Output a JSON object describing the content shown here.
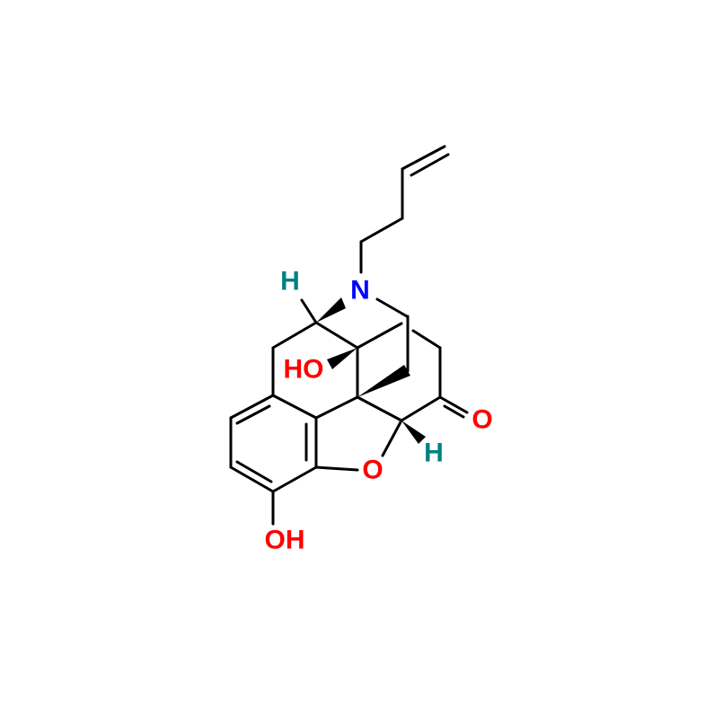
{
  "molecule": {
    "atoms": {
      "n": "N",
      "h_top": "H",
      "h_bottom": "H",
      "ho_center": "HO",
      "oh_bottom": "OH",
      "o_ring": "O",
      "o_ketone": "O"
    },
    "colors": {
      "nitrogen": "#0000ff",
      "oxygen": "#ff0000",
      "hydrogen": "#008080",
      "bond": "#000000"
    }
  }
}
